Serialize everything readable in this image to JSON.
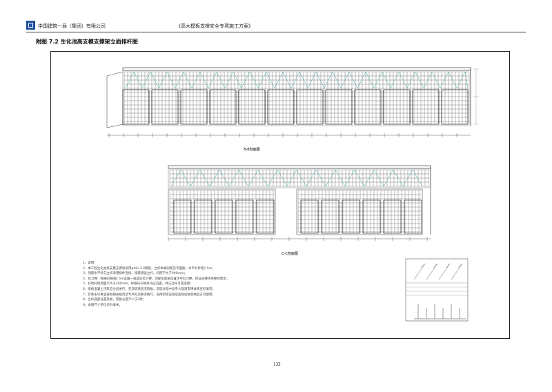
{
  "header": {
    "company": "中国建筑一局（集团）有限公司",
    "doc_title": "《高大模板支撑安全专项施工方案》"
  },
  "figure": {
    "title": "附图 7.2 生化池高支模支撑架立面排杆图",
    "section_b_label": "B-B剖面图",
    "section_c_label": "C-C剖面图"
  },
  "notes": {
    "lines": [
      "1、说明：",
      "2、本工程生化池高支模支撑架采用φ48×3.0钢管，立杆纵横间距见平面图，水平杆步距1.5m；",
      "3、顶部水平杆与立杆采用扣件连接，梁底增设立杆，间距不大于900mm；",
      "4、剪刀撑：纵横向每隔4.5m设置一道竖向剪刀撑，顶部及底部设置水平剪刀撑，保证支撑体系整体稳定；",
      "5、扫地杆距地面不大于200mm，纵横向扫地杆均应设置，并与立杆可靠连接；",
      "6、梁板混凝土浇筑应分层进行，先浇筑梁后浇筑板，浇筑过程中设专人观测支撑体系变形情况；",
      "7、其余未尽事宜按照相关规范及专项方案要求执行，支撑架搭设完成后经验收合格后方可使用；",
      "8、立杆底部设置垫板，垫板长度不少于2跨；",
      "9、本图尺寸单位均为毫米。"
    ]
  },
  "page_number": "133"
}
